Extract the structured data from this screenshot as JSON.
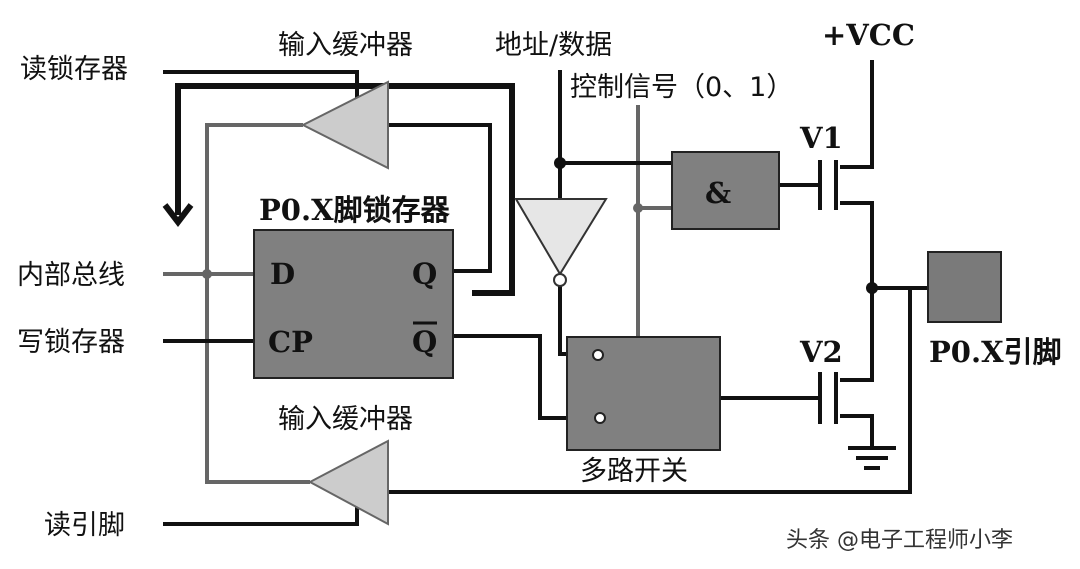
{
  "labels": {
    "read_latch": "读锁存器",
    "internal_bus": "内部总线",
    "write_latch": "写锁存器",
    "read_pin": "读引脚",
    "input_buffer_top": "输入缓冲器",
    "input_buffer_bottom": "输入缓冲器",
    "latch_title": "P0.X脚锁存器",
    "pin_d": "D",
    "pin_cp": "CP",
    "pin_q": "Q",
    "pin_qbar": "Q",
    "addr_data": "地址/数据",
    "control_signal": "控制信号（0、1）",
    "and_gate": "&",
    "v1": "V1",
    "v2": "V2",
    "vcc": "+VCC",
    "mux": "多路开关",
    "pin_label": "P0.X引脚"
  },
  "watermark": "头条 @电子工程师小李",
  "colors": {
    "block_fill": "#808080",
    "buffer_fill": "#cccccc",
    "wire": "#111111",
    "wire_gray": "#666666",
    "pin_fill": "#7a7a7a"
  }
}
